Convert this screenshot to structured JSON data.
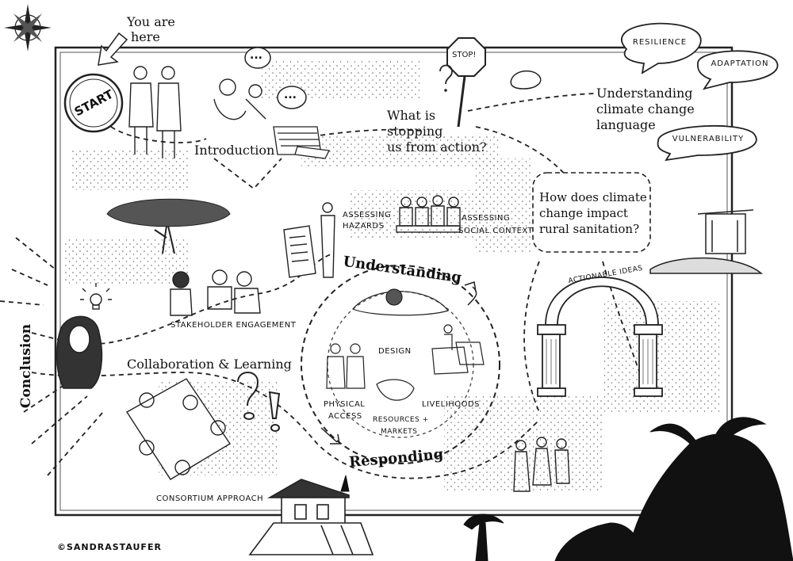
{
  "you_are_here": [
    "You are",
    "here"
  ],
  "start": "START",
  "stop_sign": "STOP!",
  "ellipsis": "...",
  "intro": "Introduction",
  "question1": [
    "What is",
    "stopping",
    "us from action?"
  ],
  "language": [
    "Understanding",
    "climate change",
    "language"
  ],
  "bubbles": {
    "resilience": "Resilience",
    "adaptation": "Adaptation",
    "vulnerability": "Vulnerability"
  },
  "question2": [
    "How does climate",
    "change impact",
    "rural sanitation?"
  ],
  "assessing_hazards": [
    "Assessing",
    "Hazards"
  ],
  "assessing_social": [
    "Assessing",
    "Social context"
  ],
  "understanding": "Understanding",
  "responding": "Responding",
  "arch": "Actionable Ideas",
  "stakeholder": "Stakeholder engagement",
  "collaboration": "Collaboration & Learning",
  "conclusion": "Conclusion",
  "cycle": {
    "design": "Design",
    "physical": [
      "Physical",
      "Access"
    ],
    "resources": [
      "Resources +",
      "Markets"
    ],
    "livelihoods": "Livelihoods"
  },
  "consortium": "Consortium approach",
  "credit": "©SANDRASTAUFER"
}
